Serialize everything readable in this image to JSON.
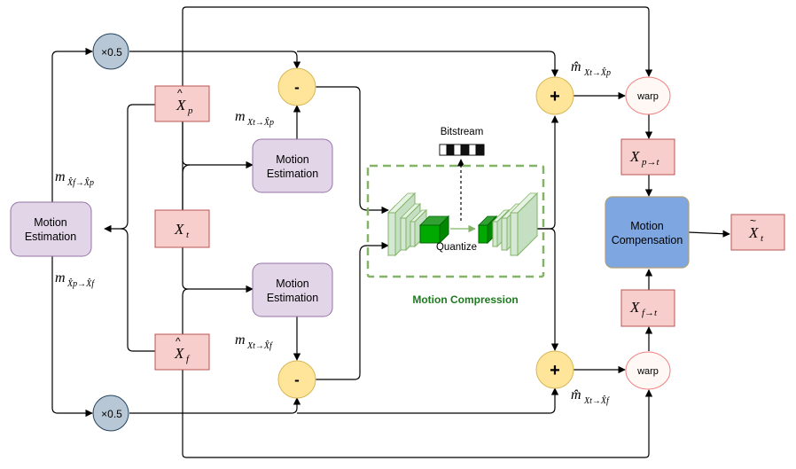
{
  "colors": {
    "frame_fill": "#f8cecc",
    "frame_stroke": "#b85450",
    "me_fill": "#e1d5e7",
    "me_stroke": "#9673a6",
    "op_fill": "#ffe599",
    "op_stroke": "#d6b656",
    "scale_fill": "#b8c7d6",
    "scale_stroke": "#23445d",
    "warp_fill": "#fff8f5",
    "warp_stroke": "#f08080",
    "mc_fill": "#7ea6e0",
    "mc_stroke": "#b0a07a",
    "compress_border": "#82b366",
    "compress_label": "#1e7a1e"
  },
  "frames": {
    "xp_base": "X",
    "xp_sub": "p",
    "xt_base": "X",
    "xt_sub": "t",
    "xf_base": "X",
    "xf_sub": "f",
    "xpt_base": "X",
    "xpt_sub": "p→t",
    "xft_base": "X",
    "xft_sub": "f→t",
    "out_base": "X",
    "out_sub": "t"
  },
  "blocks": {
    "motion_estimation_line1": "Motion",
    "motion_estimation_line2": "Estimation",
    "motion_compensation_line1": "Motion",
    "motion_compensation_line2": "Compensation",
    "warp": "warp",
    "minus": "-",
    "plus": "+",
    "scale": "×0.5",
    "bitstream": "Bitstream",
    "quantize": "Quantize",
    "motion_compression": "Motion Compression"
  },
  "motion_labels": {
    "m_letter": "m",
    "m_hat_letter": "m̂",
    "m_f_to_p_sub": "X̂f→X̂p",
    "m_p_to_f_sub": "X̂p→X̂f",
    "m_t_to_p_sub": "Xt→X̂p",
    "m_t_to_f_sub": "Xt→X̂f",
    "mhat_t_to_p_sub": "Xt→X̂p",
    "mhat_t_to_f_sub": "Xt→X̂f"
  }
}
